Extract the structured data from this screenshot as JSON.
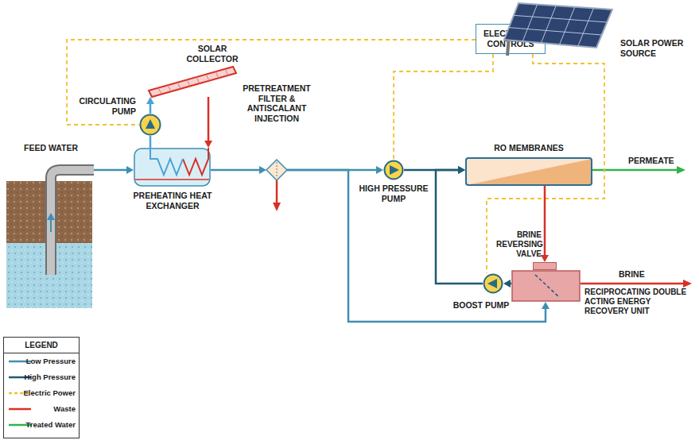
{
  "diagram": {
    "nodes": [
      {
        "text": [
          "ELECTRONIC CONTROLS"
        ]
      },
      {
        "text": [
          "SOLAR POWER SOURCE"
        ]
      },
      {
        "text": [
          "SOLAR COLLECTOR"
        ]
      },
      {
        "text": [
          "CIRCULATING PUMP"
        ]
      },
      {
        "text": [
          "FEED WATER"
        ]
      },
      {
        "text": [
          "PREHEATING HEAT EXCHANGER"
        ]
      },
      {
        "text": [
          "PRETREATMENT FILTER & ANTISCALANT INJECTION"
        ]
      },
      {
        "text": [
          "HIGH PRESSURE PUMP"
        ]
      },
      {
        "text": [
          "RO MEMBRANES"
        ]
      },
      {
        "text": [
          "BRINE REVERSING VALVE"
        ]
      },
      {
        "text": [
          "BOOST PUMP"
        ]
      },
      {
        "text": [
          "RECIPROCATING DOUBLE ACTING ENERGY RECOVERY UNIT"
        ]
      }
    ],
    "edges": [
      {
        "from": 1,
        "to": 0,
        "arrow": "to"
      },
      {
        "from": 0,
        "to": 3,
        "arrow": "none"
      },
      {
        "from": 0,
        "to": 7,
        "arrow": "none"
      },
      {
        "from": 0,
        "to": 10,
        "arrow": "none"
      },
      {
        "from": 4,
        "to": 5,
        "arrow": "to"
      },
      {
        "from": 5,
        "to": 6,
        "arrow": "to"
      },
      {
        "from": 6,
        "to": 7,
        "arrow": "to"
      },
      {
        "from": 7,
        "to": 8,
        "arrow": "to"
      },
      {
        "from": 3,
        "to": 2,
        "arrow": "to"
      },
      {
        "from": 2,
        "to": 5,
        "arrow": "to"
      },
      {
        "from": 5,
        "to": 3,
        "arrow": "none"
      },
      {
        "from": 8,
        "to": 9,
        "arrow": "to"
      },
      {
        "from": 6,
        "to": 11,
        "arrow": "to"
      },
      {
        "from": 11,
        "to": 10,
        "arrow": "to"
      },
      {
        "from": 10,
        "to": 8,
        "arrow": "to"
      }
    ],
    "labels": [
      "PERMEATE",
      "BRINE",
      "LEGEND"
    ],
    "legend": [
      {
        "text": "Low Pressure"
      },
      {
        "text": "High Pressure"
      },
      {
        "text": "Electric Power"
      },
      {
        "text": "Waste"
      },
      {
        "text": "Treated Water"
      }
    ]
  }
}
